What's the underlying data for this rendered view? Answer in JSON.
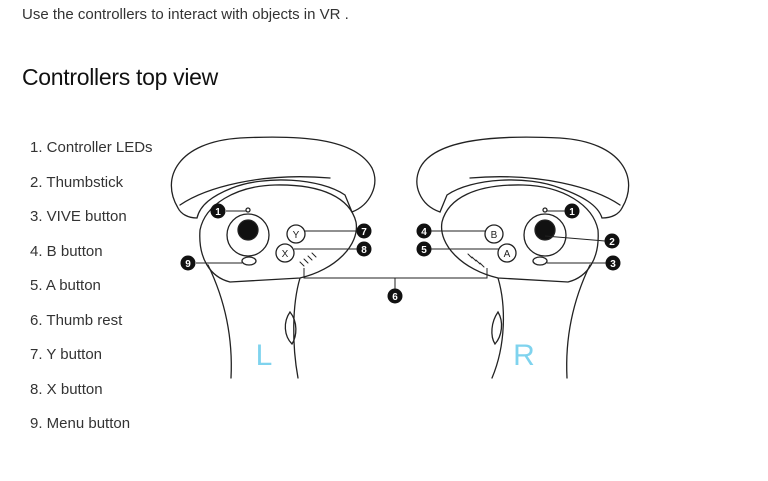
{
  "intro": "Use the controllers to interact with objects in VR .",
  "heading": "Controllers top view",
  "parts": [
    "1. Controller LEDs",
    "2. Thumbstick",
    "3. VIVE button",
    "4. B button",
    "5. A button",
    "6. Thumb rest",
    "7. Y button",
    "8. X button",
    "9. Menu button"
  ],
  "figure": {
    "left_letter": "L",
    "right_letter": "R",
    "letter_color": "#7fd3ee",
    "callout_numbers": [
      "1",
      "7",
      "8",
      "9",
      "6",
      "4",
      "5",
      "1",
      "2",
      "3"
    ],
    "button_glyphs": {
      "y": "Y",
      "x": "X",
      "b": "B",
      "a": "A"
    }
  }
}
